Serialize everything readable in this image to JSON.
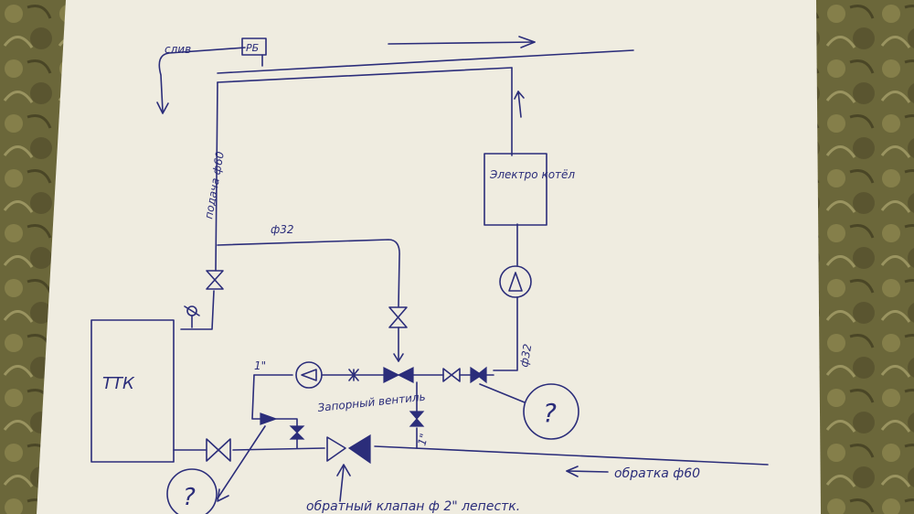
{
  "labels": {
    "drain": "слив",
    "expansion_tank": "РБ",
    "supply": "подача ф60",
    "pipe_32_top": "ф32",
    "electric_boiler": "Электро котёл",
    "pipe_32_right": "ф32",
    "solid_fuel_boiler": "ТТК",
    "size_1_left": "1\"",
    "size_1_mid": "1\"",
    "shutoff_valve": "Запорный вентиль",
    "return": "обратка ф60",
    "check_valve": "обратный клапан ф 2\" лепестк.",
    "question_right": "?",
    "question_left": "?"
  },
  "colors": {
    "paper": "#efece0",
    "ink": "#2b2d7a",
    "background": "#6f6a3a"
  }
}
